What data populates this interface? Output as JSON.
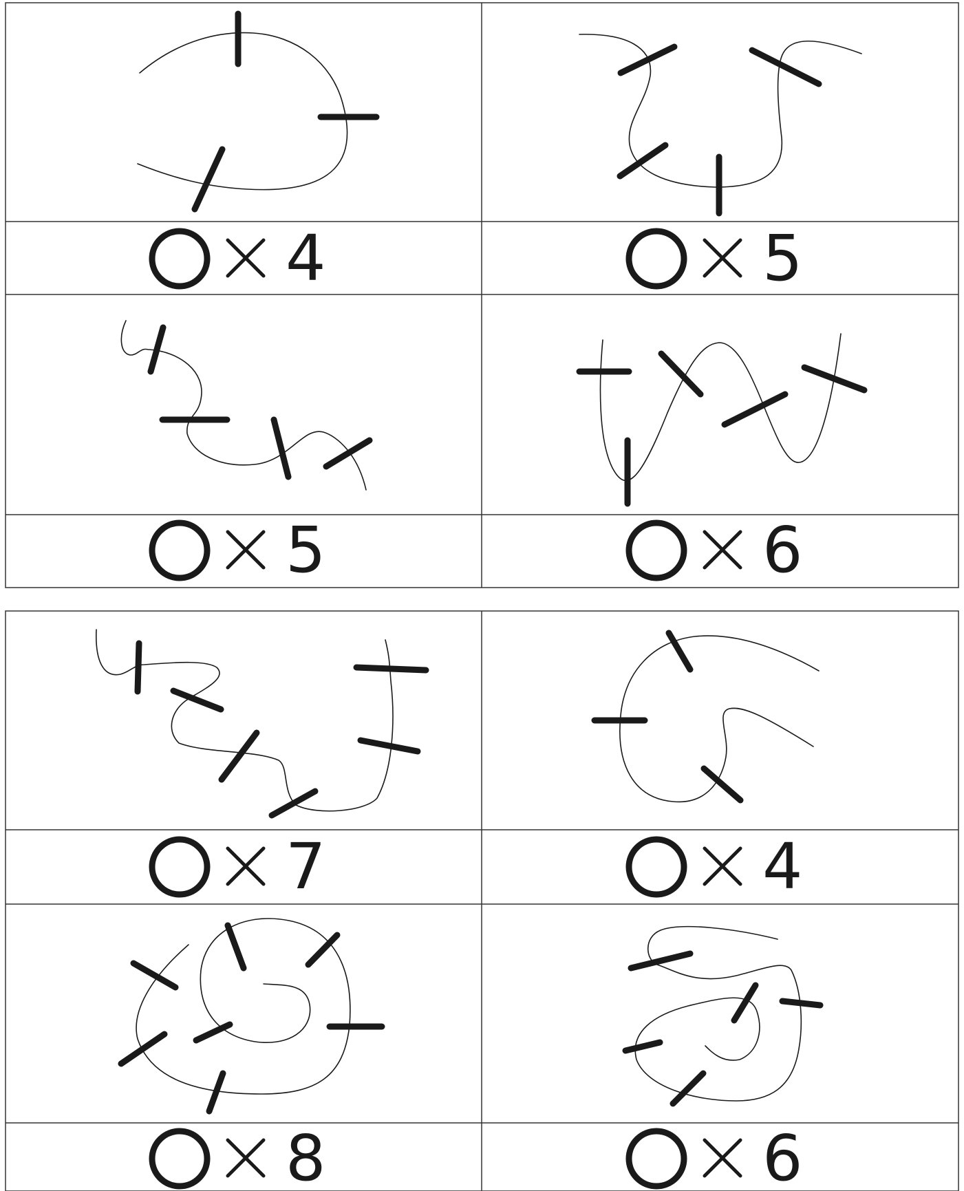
{
  "puzzles": [
    {
      "label": "puzzle-1",
      "answer": {
        "symbol": "○",
        "operator": "×",
        "count": "4"
      }
    },
    {
      "label": "puzzle-2",
      "answer": {
        "symbol": "○",
        "operator": "×",
        "count": "5"
      }
    },
    {
      "label": "puzzle-3",
      "answer": {
        "symbol": "○",
        "operator": "×",
        "count": "5"
      }
    },
    {
      "label": "puzzle-4",
      "answer": {
        "symbol": "○",
        "operator": "×",
        "count": "6"
      }
    },
    {
      "label": "puzzle-5",
      "answer": {
        "symbol": "○",
        "operator": "×",
        "count": "7"
      }
    },
    {
      "label": "puzzle-6",
      "answer": {
        "symbol": "○",
        "operator": "×",
        "count": "4"
      }
    },
    {
      "label": "puzzle-7",
      "answer": {
        "symbol": "○",
        "operator": "×",
        "count": "8"
      }
    },
    {
      "label": "puzzle-8",
      "answer": {
        "symbol": "○",
        "operator": "×",
        "count": "6"
      }
    }
  ],
  "colors": {
    "ink": "#1a1a1a",
    "grid": "#333333",
    "background": "#ffffff"
  }
}
